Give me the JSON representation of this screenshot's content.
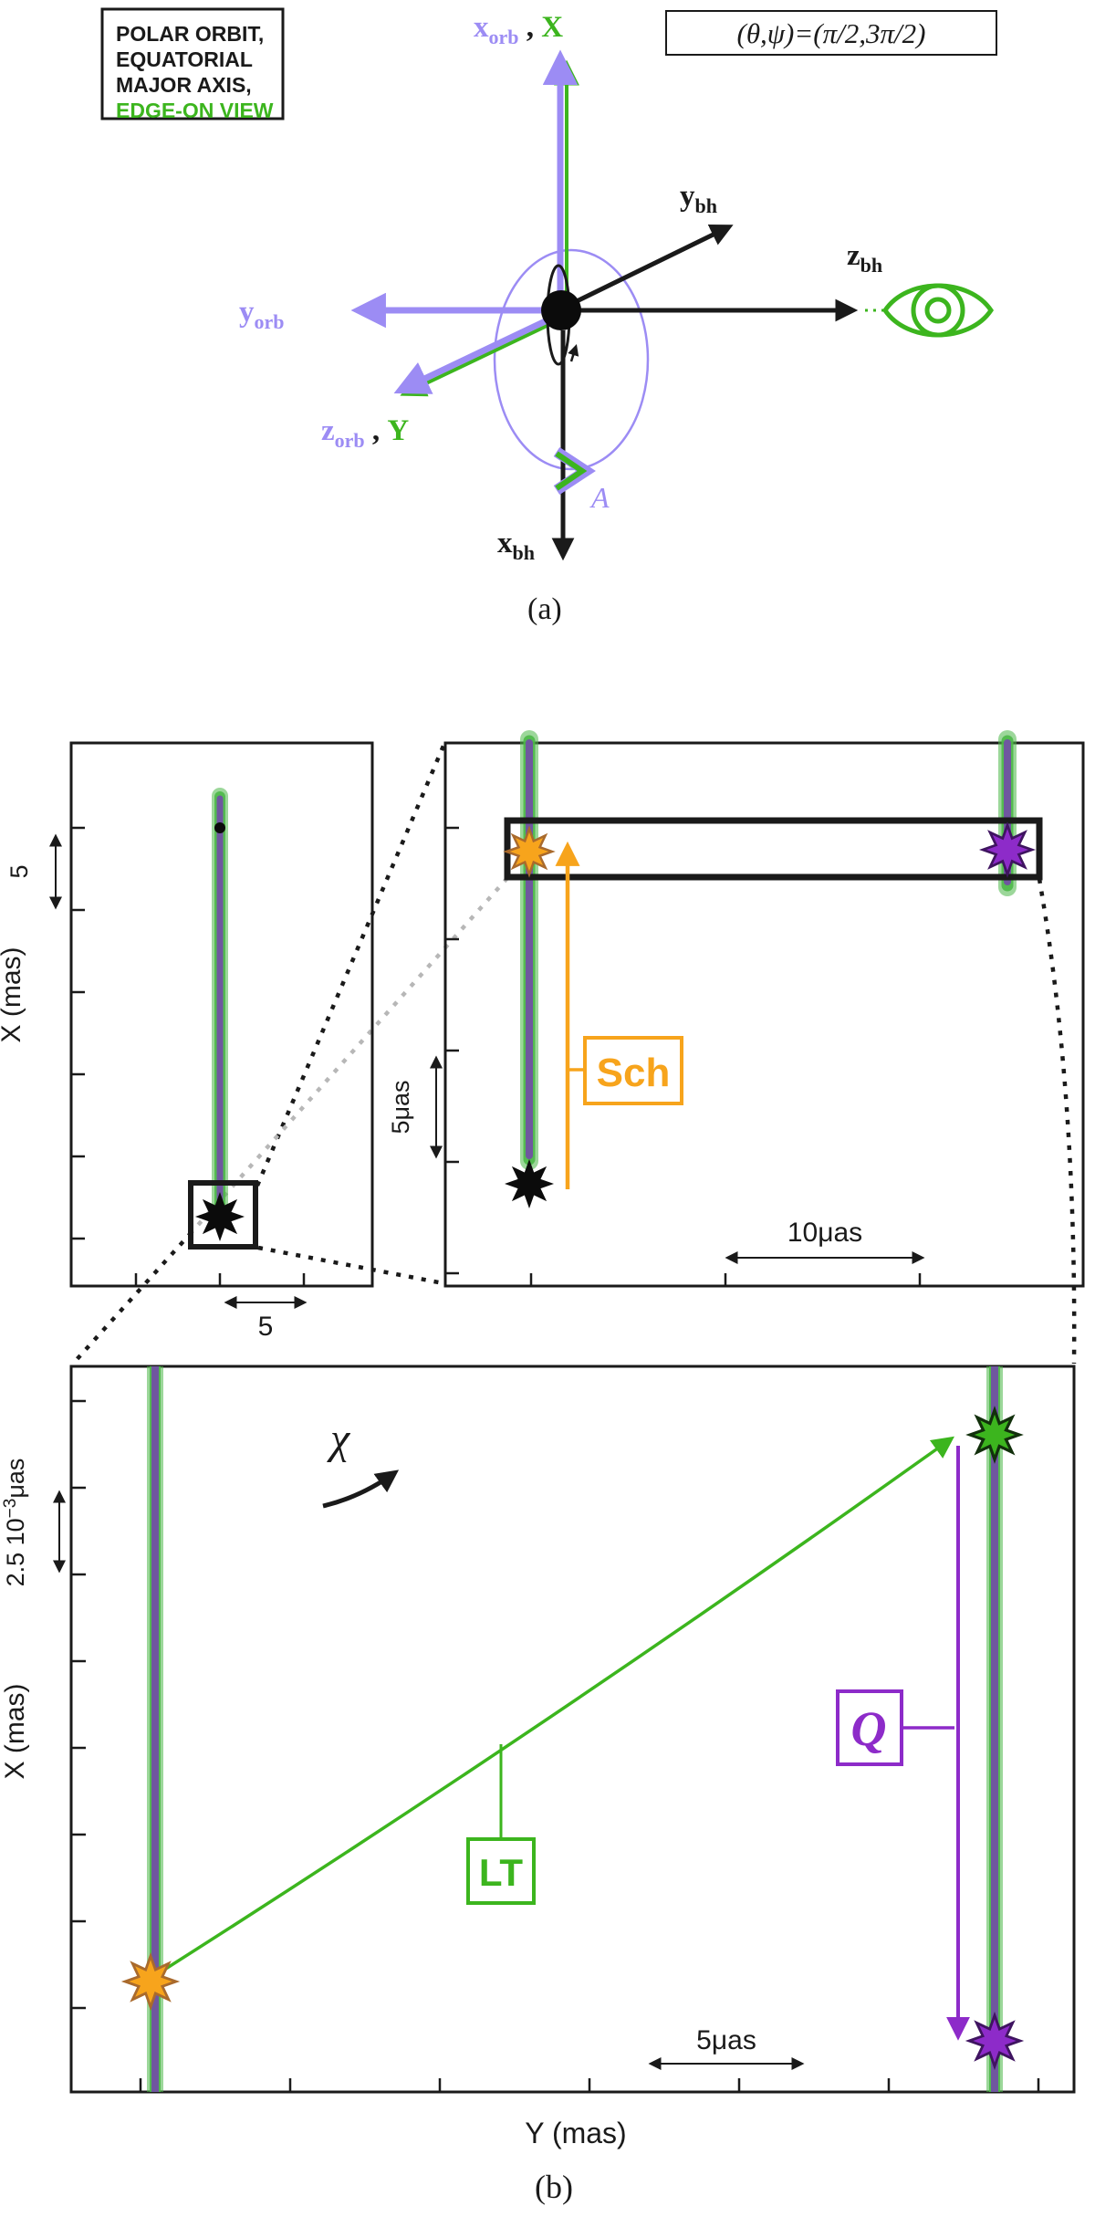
{
  "colors": {
    "ink": "#1a1a1a",
    "periwinkle": "#9c8cf4",
    "green": "#3cb51e",
    "orange": "#f7a41c",
    "purple": "#8d2bc9",
    "track_glow": "#4db848",
    "track_core": "#6f579f",
    "gray": "#b7b7b7"
  },
  "panel_a": {
    "caption": "(a)",
    "legend_box": {
      "line1": "POLAR ORBIT,",
      "line2": "EQUATORIAL",
      "line3": "MAJOR AXIS,",
      "line4": "EDGE-ON VIEW"
    },
    "params_box": "(θ,ψ)=(π/2,3π/2)",
    "axes": {
      "x_orb_base": "x",
      "x_orb_sub": "orb",
      "x_orb_alt": "X",
      "y_orb_base": "y",
      "y_orb_sub": "orb",
      "z_orb_base": "z",
      "z_orb_sub": "orb",
      "z_orb_alt": "Y",
      "y_bh_base": "y",
      "y_bh_sub": "bh",
      "z_bh_base": "z",
      "z_bh_sub": "bh",
      "x_bh_base": "x",
      "x_bh_sub": "bh",
      "comma": " , "
    },
    "pericenter_label": "A"
  },
  "panel_b": {
    "caption": "(b)",
    "left_plot": {
      "ylabel": "X (mas)",
      "yscale": "5",
      "xscale": "5"
    },
    "right_plot": {
      "yscale": "5μas",
      "xscale": "10μas",
      "sch_label": "Sch"
    },
    "bottom_plot": {
      "ylabel": "X (mas)",
      "xlabel": "Y (mas)",
      "yscale_prefix": "2.5 10",
      "yscale_exp": "−3",
      "yscale_unit": "μas",
      "xscale": "5μas",
      "chi_label": "χ",
      "lt_label": "LT",
      "q_label": "Q"
    }
  }
}
